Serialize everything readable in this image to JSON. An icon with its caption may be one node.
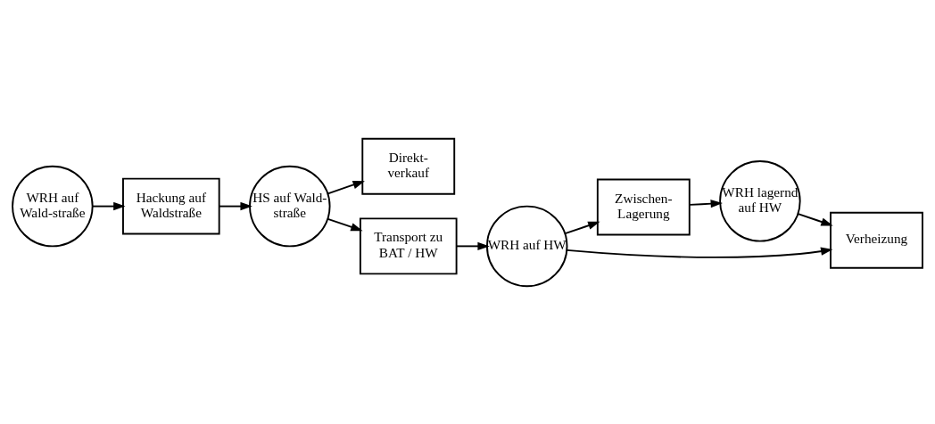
{
  "diagram": {
    "nodes": [
      {
        "text": [
          "WRH auf Wald-straße"
        ]
      },
      {
        "text": [
          "Hackung auf Waldstraße"
        ]
      },
      {
        "text": [
          "HS auf Wald-straße"
        ]
      },
      {
        "text": [
          "Direkt-verkauf"
        ]
      },
      {
        "text": [
          "Transport zu BAT / HW"
        ]
      },
      {
        "text": [
          "WRH auf HW"
        ]
      },
      {
        "text": [
          "Zwischen-Lagerung"
        ]
      },
      {
        "text": [
          "WRH lagernd auf HW"
        ]
      },
      {
        "text": [
          "Verheizung"
        ]
      }
    ],
    "edges": [
      {
        "from": 0,
        "to": 1,
        "arrow": "to"
      },
      {
        "from": 1,
        "to": 2,
        "arrow": "to"
      },
      {
        "from": 2,
        "to": 3,
        "arrow": "to"
      },
      {
        "from": 2,
        "to": 4,
        "arrow": "to"
      },
      {
        "from": 4,
        "to": 5,
        "arrow": "to"
      },
      {
        "from": 5,
        "to": 6,
        "arrow": "to"
      },
      {
        "from": 6,
        "to": 7,
        "arrow": "to"
      },
      {
        "from": 5,
        "to": 8,
        "arrow": "to"
      },
      {
        "from": 7,
        "to": 8,
        "arrow": "to"
      }
    ]
  }
}
